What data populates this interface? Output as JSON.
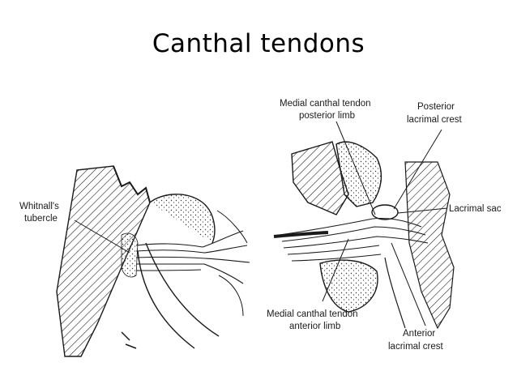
{
  "title": "Canthal tendons",
  "labels": {
    "whitnall_line1": "Whitnall's",
    "whitnall_line2": "tubercle",
    "mct_posterior_line1": "Medial canthal tendon",
    "mct_posterior_line2": "posterior limb",
    "posterior_crest_line1": "Posterior",
    "posterior_crest_line2": "lacrimal crest",
    "lacrimal_sac": "Lacrimal sac",
    "mct_anterior_line1": "Medial canthal tendon",
    "mct_anterior_line2": "anterior limb",
    "anterior_crest_line1": "Anterior",
    "anterior_crest_line2": "lacrimal crest"
  },
  "colors": {
    "ink": "#1a1a1a",
    "background": "#ffffff"
  }
}
